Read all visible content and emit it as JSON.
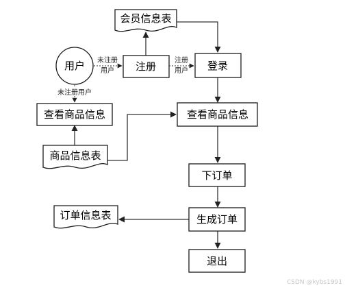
{
  "nodes": {
    "member_table": "会员信息表",
    "user": "用户",
    "register": "注册",
    "login": "登录",
    "browse_products_guest": "查看商品信息",
    "product_table": "商品信息表",
    "browse_products": "查看商品信息",
    "place_order": "下订单",
    "order_table": "订单信息表",
    "generate_order": "生成订单",
    "exit": "退出"
  },
  "edge_labels": {
    "unregistered_a_line1": "未注册",
    "unregistered_a_line2": "用户",
    "registered_line1": "注册",
    "registered_line2": "用户",
    "unregistered_b": "未注册用户"
  },
  "watermark": "CSDN @kybs1991"
}
